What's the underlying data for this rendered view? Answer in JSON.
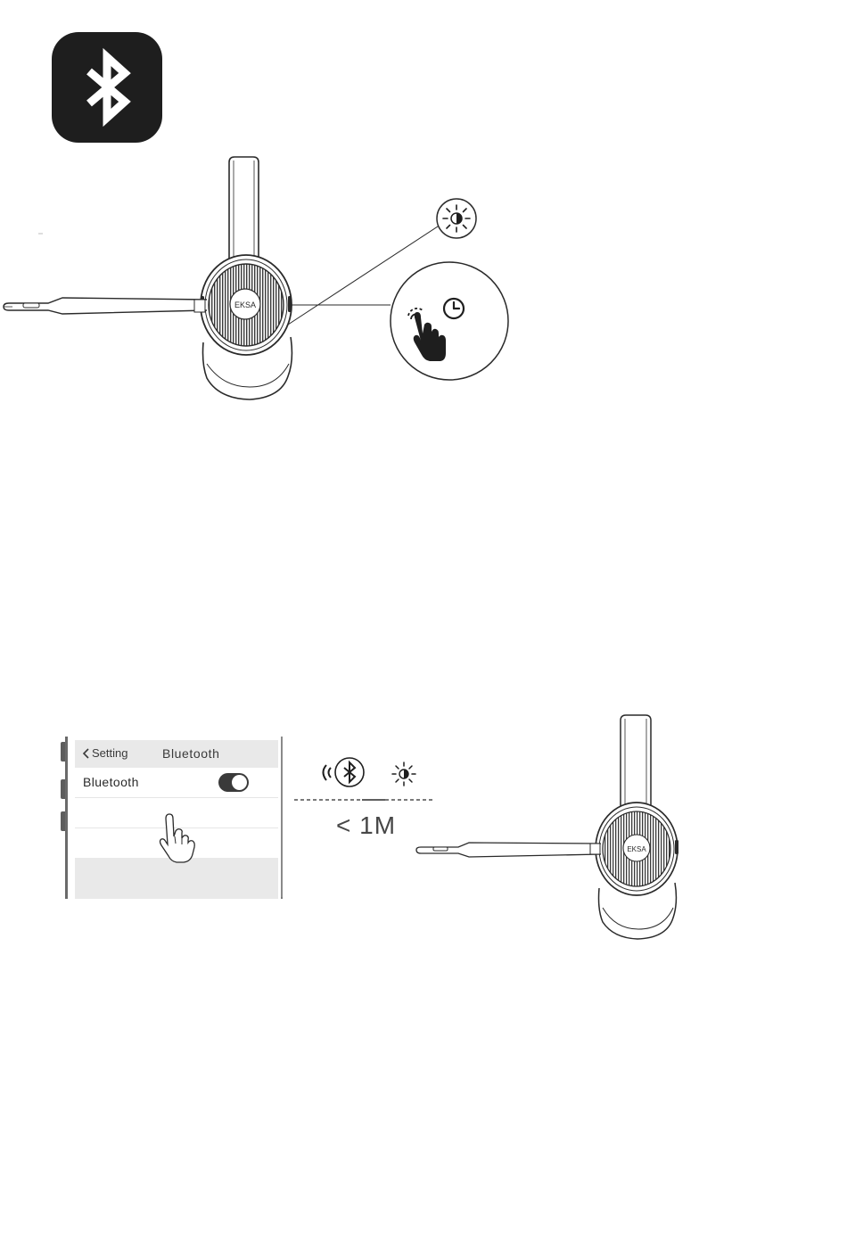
{
  "headset": {
    "brand_logo": "EKSA"
  },
  "phone_screen": {
    "back_label": "Setting",
    "title": "Bluetooth",
    "bluetooth_row_label": "Bluetooth",
    "bluetooth_toggle_on": true
  },
  "pairing": {
    "distance_label": "< 1M"
  },
  "icons": {
    "app_icon": "bluetooth-icon",
    "led": "led-blinking-icon",
    "press": "press-and-hold-icon",
    "timer": "clock-icon",
    "tap": "tap-hand-icon",
    "signal": "bluetooth-signal-icon"
  },
  "colors": {
    "icon_bg": "#1e1e1e",
    "line": "#2a2a2a",
    "screen_gray": "#e9e9e9",
    "toggle_on": "#3a3a3a"
  }
}
